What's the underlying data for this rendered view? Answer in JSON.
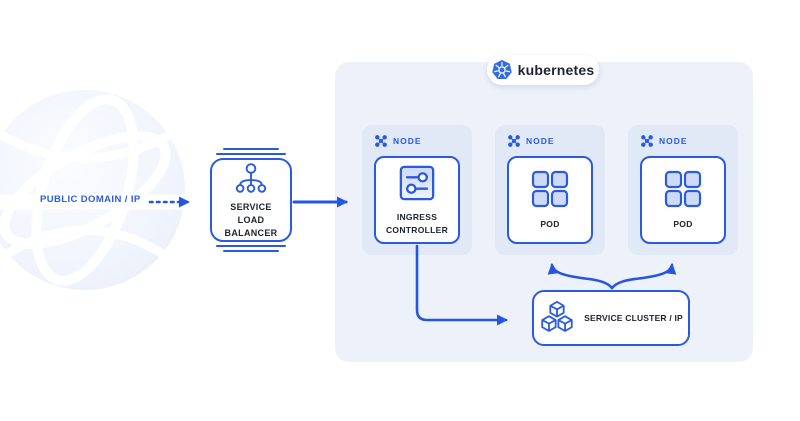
{
  "diagram": {
    "public_domain_label": "PUBLIC DOMAIN / IP",
    "load_balancer_label": "SERVICE LOAD BALANCER",
    "kubernetes_label": "kubernetes",
    "nodes": [
      {
        "header": "NODE",
        "component": "INGRESS CONTROLLER"
      },
      {
        "header": "NODE",
        "component": "POD"
      },
      {
        "header": "NODE",
        "component": "POD"
      }
    ],
    "service_label": "SERVICE CLUSTER / IP"
  },
  "icons": {
    "globe": "globe-illustration",
    "load_balancer": "distribution-tree-icon",
    "kubernetes": "kubernetes-helm-logo",
    "node": "node-mesh-icon",
    "ingress": "sliders-icon",
    "pod": "pod-squares-icon",
    "service": "cubes-icon"
  },
  "colors": {
    "primary_blue": "#2a5ae0",
    "arrow_blue": "#2456e0",
    "kubernetes_blue": "#326ce5",
    "dark_text": "#20242e",
    "cluster_background": "#edf1fa",
    "node_background": "#e1e8f6",
    "globe_fill": "#eff3fc",
    "icon_fill": "#cfdbf6"
  }
}
